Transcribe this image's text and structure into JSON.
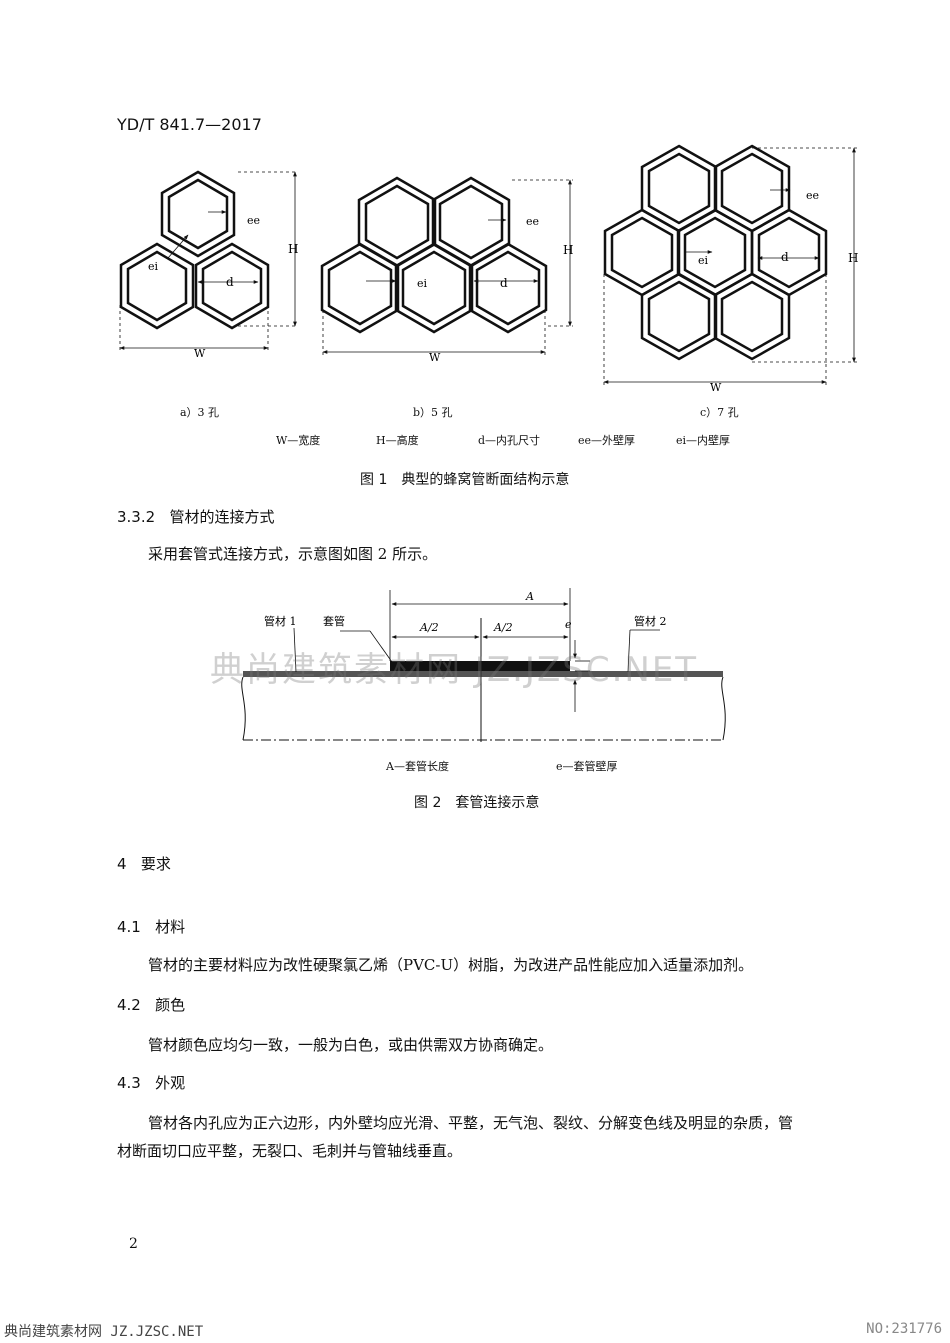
{
  "header": {
    "doc_code": "YD/T 841.7—2017"
  },
  "figure1": {
    "sub_captions": [
      "a）3 孔",
      "b）5 孔",
      "c）7 孔"
    ],
    "dim_labels": {
      "H": "H",
      "W": "W",
      "d": "d",
      "ei": "ei",
      "ee": "ee"
    },
    "legend": [
      "W—宽度",
      "H—高度",
      "d—内孔尺寸",
      "ee—外壁厚",
      "ei—内壁厚"
    ],
    "caption": "图 1　典型的蜂窝管断面结构示意"
  },
  "section_332": {
    "number": "3.3.2",
    "title": "管材的连接方式",
    "text": "采用套管式连接方式，示意图如图 2 所示。"
  },
  "figure2": {
    "labels": {
      "pipe1": "管材 1",
      "sleeve": "套管",
      "pipe2": "管材 2",
      "A": "A",
      "A_half_1": "A/2",
      "A_half_2": "A/2",
      "e": "e"
    },
    "legend": [
      "A—套管长度",
      "e—套管壁厚"
    ],
    "caption": "图 2　套管连接示意"
  },
  "section_4": {
    "number": "4",
    "title": "要求"
  },
  "section_41": {
    "number": "4.1",
    "title": "材料",
    "text": "管材的主要材料应为改性硬聚氯乙烯（PVC-U）树脂，为改进产品性能应加入适量添加剂。"
  },
  "section_42": {
    "number": "4.2",
    "title": "颜色",
    "text": "管材颜色应均匀一致，一般为白色，或由供需双方协商确定。"
  },
  "section_43": {
    "number": "4.3",
    "title": "外观",
    "text_line1": "管材各内孔应为正六边形，内外壁均应光滑、平整，无气泡、裂纹、分解变色线及明显的杂质，管",
    "text_line2": "材断面切口应平整，无裂口、毛刺并与管轴线垂直。"
  },
  "page_number": "2",
  "watermark": "典尚建筑素材网 JZ.JZSC.NET",
  "footer": {
    "left": "典尚建筑素材网 JZ.JZSC.NET",
    "right": "NO:231776"
  }
}
